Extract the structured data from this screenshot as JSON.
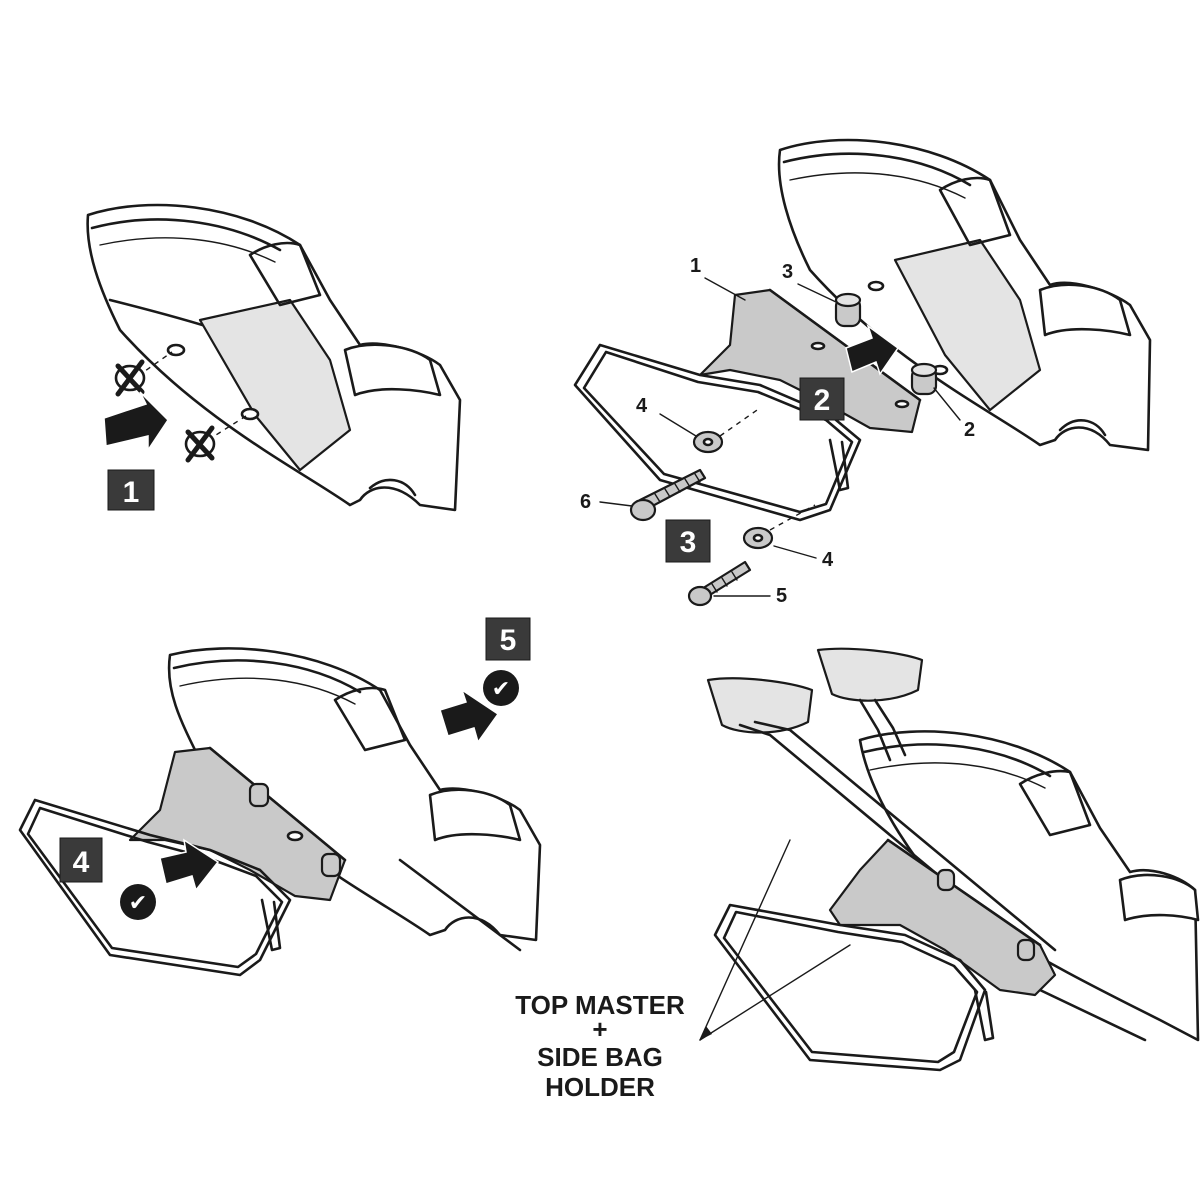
{
  "steps": {
    "s1": "1",
    "s2": "2",
    "s3": "3",
    "s4": "4",
    "s5": "5"
  },
  "part_labels": {
    "p1": "1",
    "p2": "2",
    "p3": "3",
    "p4a": "4",
    "p4b": "4",
    "p5": "5",
    "p6": "6"
  },
  "checkmark": "✔",
  "caption": {
    "line1": "TOP MASTER",
    "line2": "+",
    "line3": "SIDE BAG",
    "line4": "HOLDER"
  },
  "colors": {
    "ink": "#1a1a1a",
    "step_box": "#3a3a3a",
    "part_fill": "#c9c9c9"
  }
}
